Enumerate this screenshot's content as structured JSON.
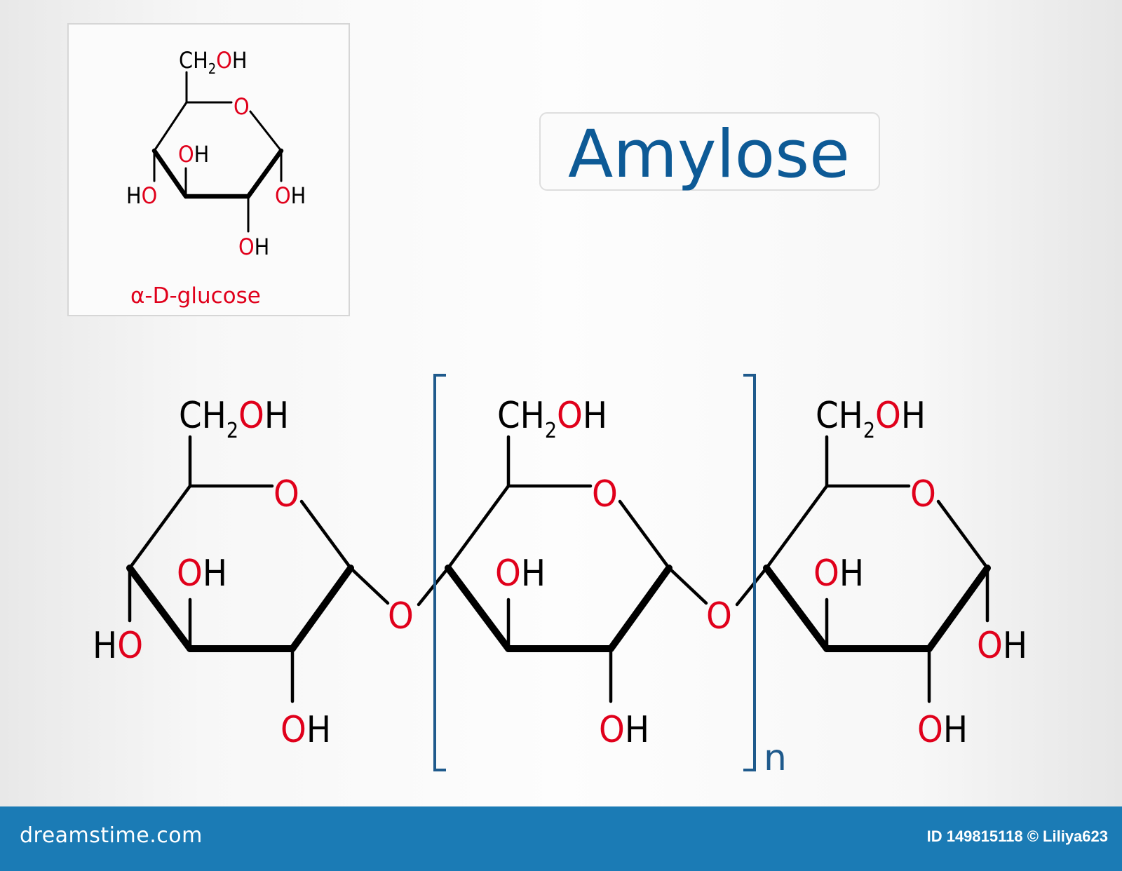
{
  "title": "Amylose",
  "inset_caption": "α-D-glucose",
  "labels": {
    "ch2": "CH",
    "sub2": "2",
    "oh": "OH",
    "ho": "HO",
    "h": "H",
    "o": "O",
    "n": "n"
  },
  "footer": {
    "site": "dreamstime.com",
    "id_text": "ID 149815118 © Liliya623"
  },
  "colors": {
    "title": "#0d5a96",
    "oxygen": "#e0001b",
    "bond": "#000000",
    "bracket": "#1f5a8c",
    "footer": "#1b7bb5"
  }
}
